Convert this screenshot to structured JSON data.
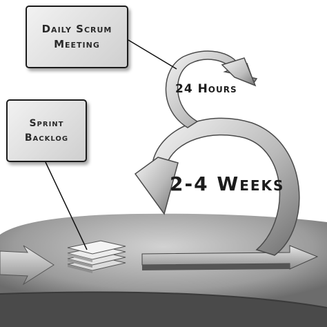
{
  "diagram": {
    "daily_scrum": {
      "line1": "Daily Scrum",
      "line2": "Meeting"
    },
    "sprint_backlog": {
      "line1": "Sprint",
      "line2": "Backlog"
    },
    "hours_label": "24 Hours",
    "weeks_label": "2-4 Weeks"
  }
}
